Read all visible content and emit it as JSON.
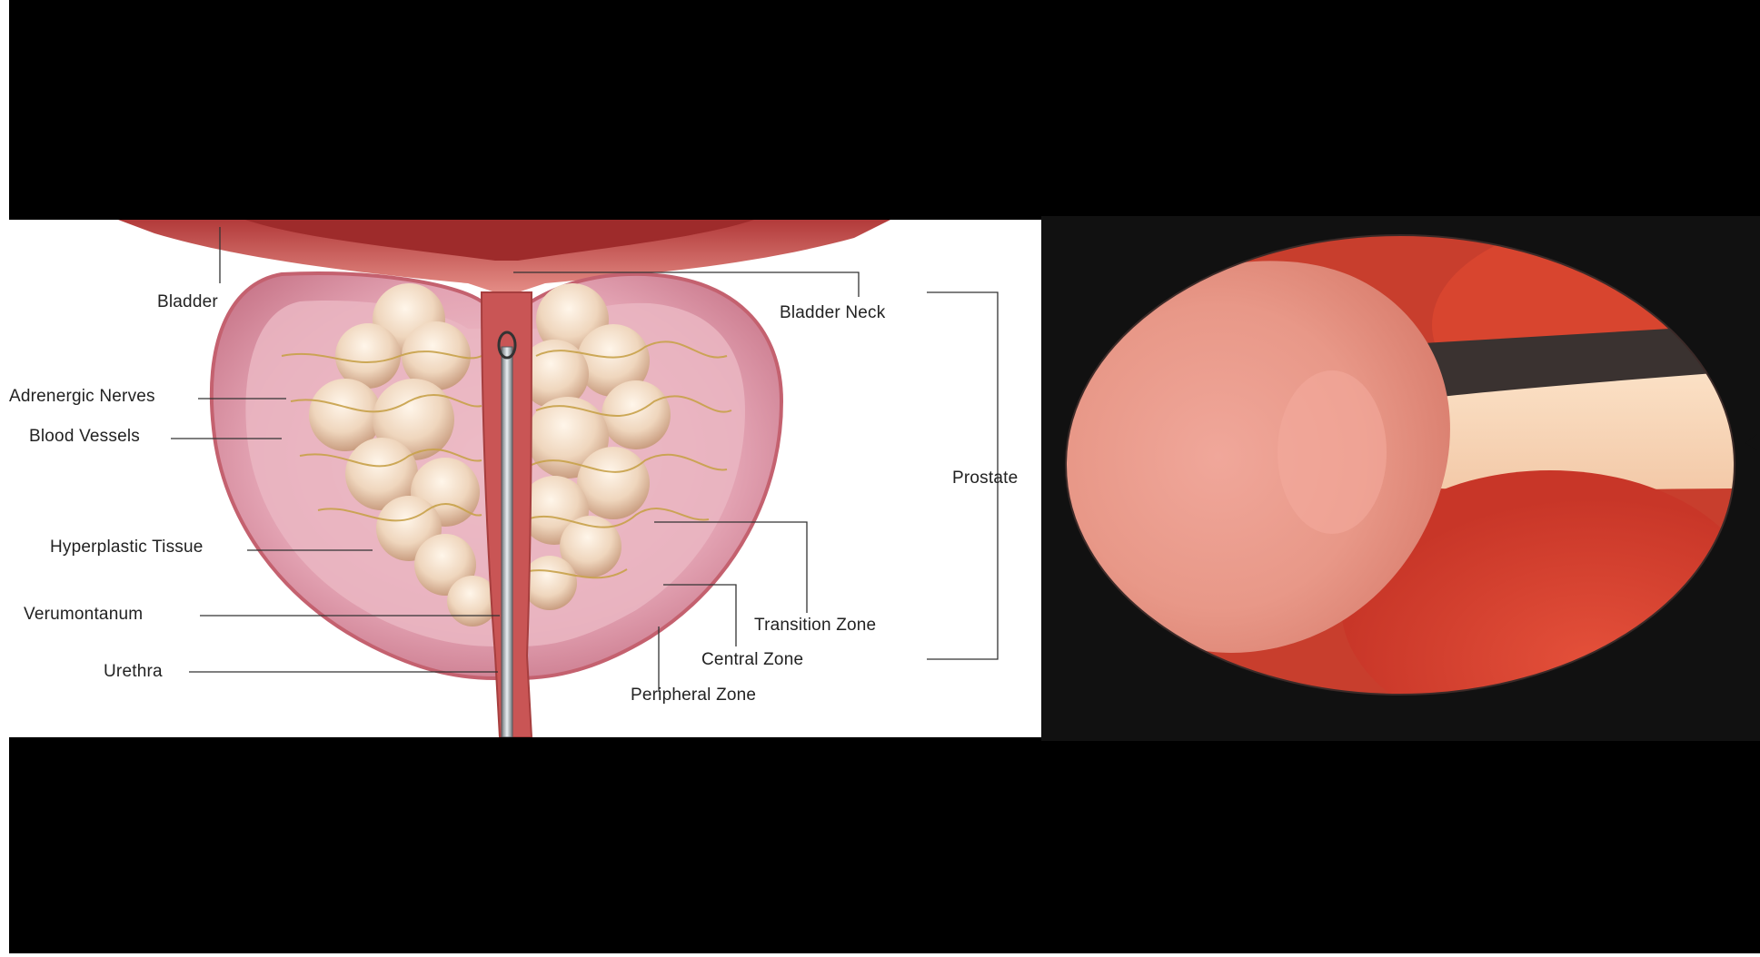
{
  "diagram": {
    "labels": {
      "bladder": "Bladder",
      "bladder_neck": "Bladder Neck",
      "adrenergic_nerves": "Adrenergic Nerves",
      "blood_vessels": "Blood Vessels",
      "prostate": "Prostate",
      "hyperplastic_tissue": "Hyperplastic Tissue",
      "verumontanum": "Verumontanum",
      "transition_zone": "Transition Zone",
      "central_zone": "Central Zone",
      "urethra": "Urethra",
      "peripheral_zone": "Peripheral Zone"
    }
  },
  "colors": {
    "background": "#000000",
    "diagram_bg": "#ffffff",
    "tissue_pink": "#e9a6a6",
    "tissue_dark": "#c94f4f",
    "nodule": "#f1dcc4",
    "nerve": "#c8a24a"
  }
}
